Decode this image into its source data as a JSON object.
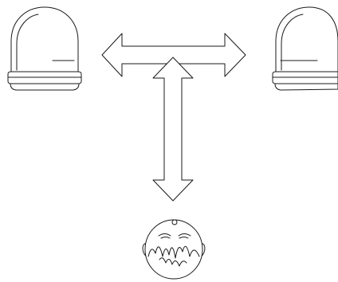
{
  "diagram": {
    "elements": [
      {
        "id": "beacon-left",
        "icon": "beacon-light-icon"
      },
      {
        "id": "beacon-right",
        "icon": "beacon-light-icon"
      },
      {
        "id": "arrow-horizontal",
        "icon": "double-arrow-horizontal-icon"
      },
      {
        "id": "arrow-vertical",
        "icon": "double-arrow-vertical-icon"
      },
      {
        "id": "person-head",
        "icon": "person-head-icon"
      }
    ],
    "colors": {
      "stroke": "#1a1a1a",
      "fill": "#ffffff",
      "background": "#ffffff"
    }
  }
}
